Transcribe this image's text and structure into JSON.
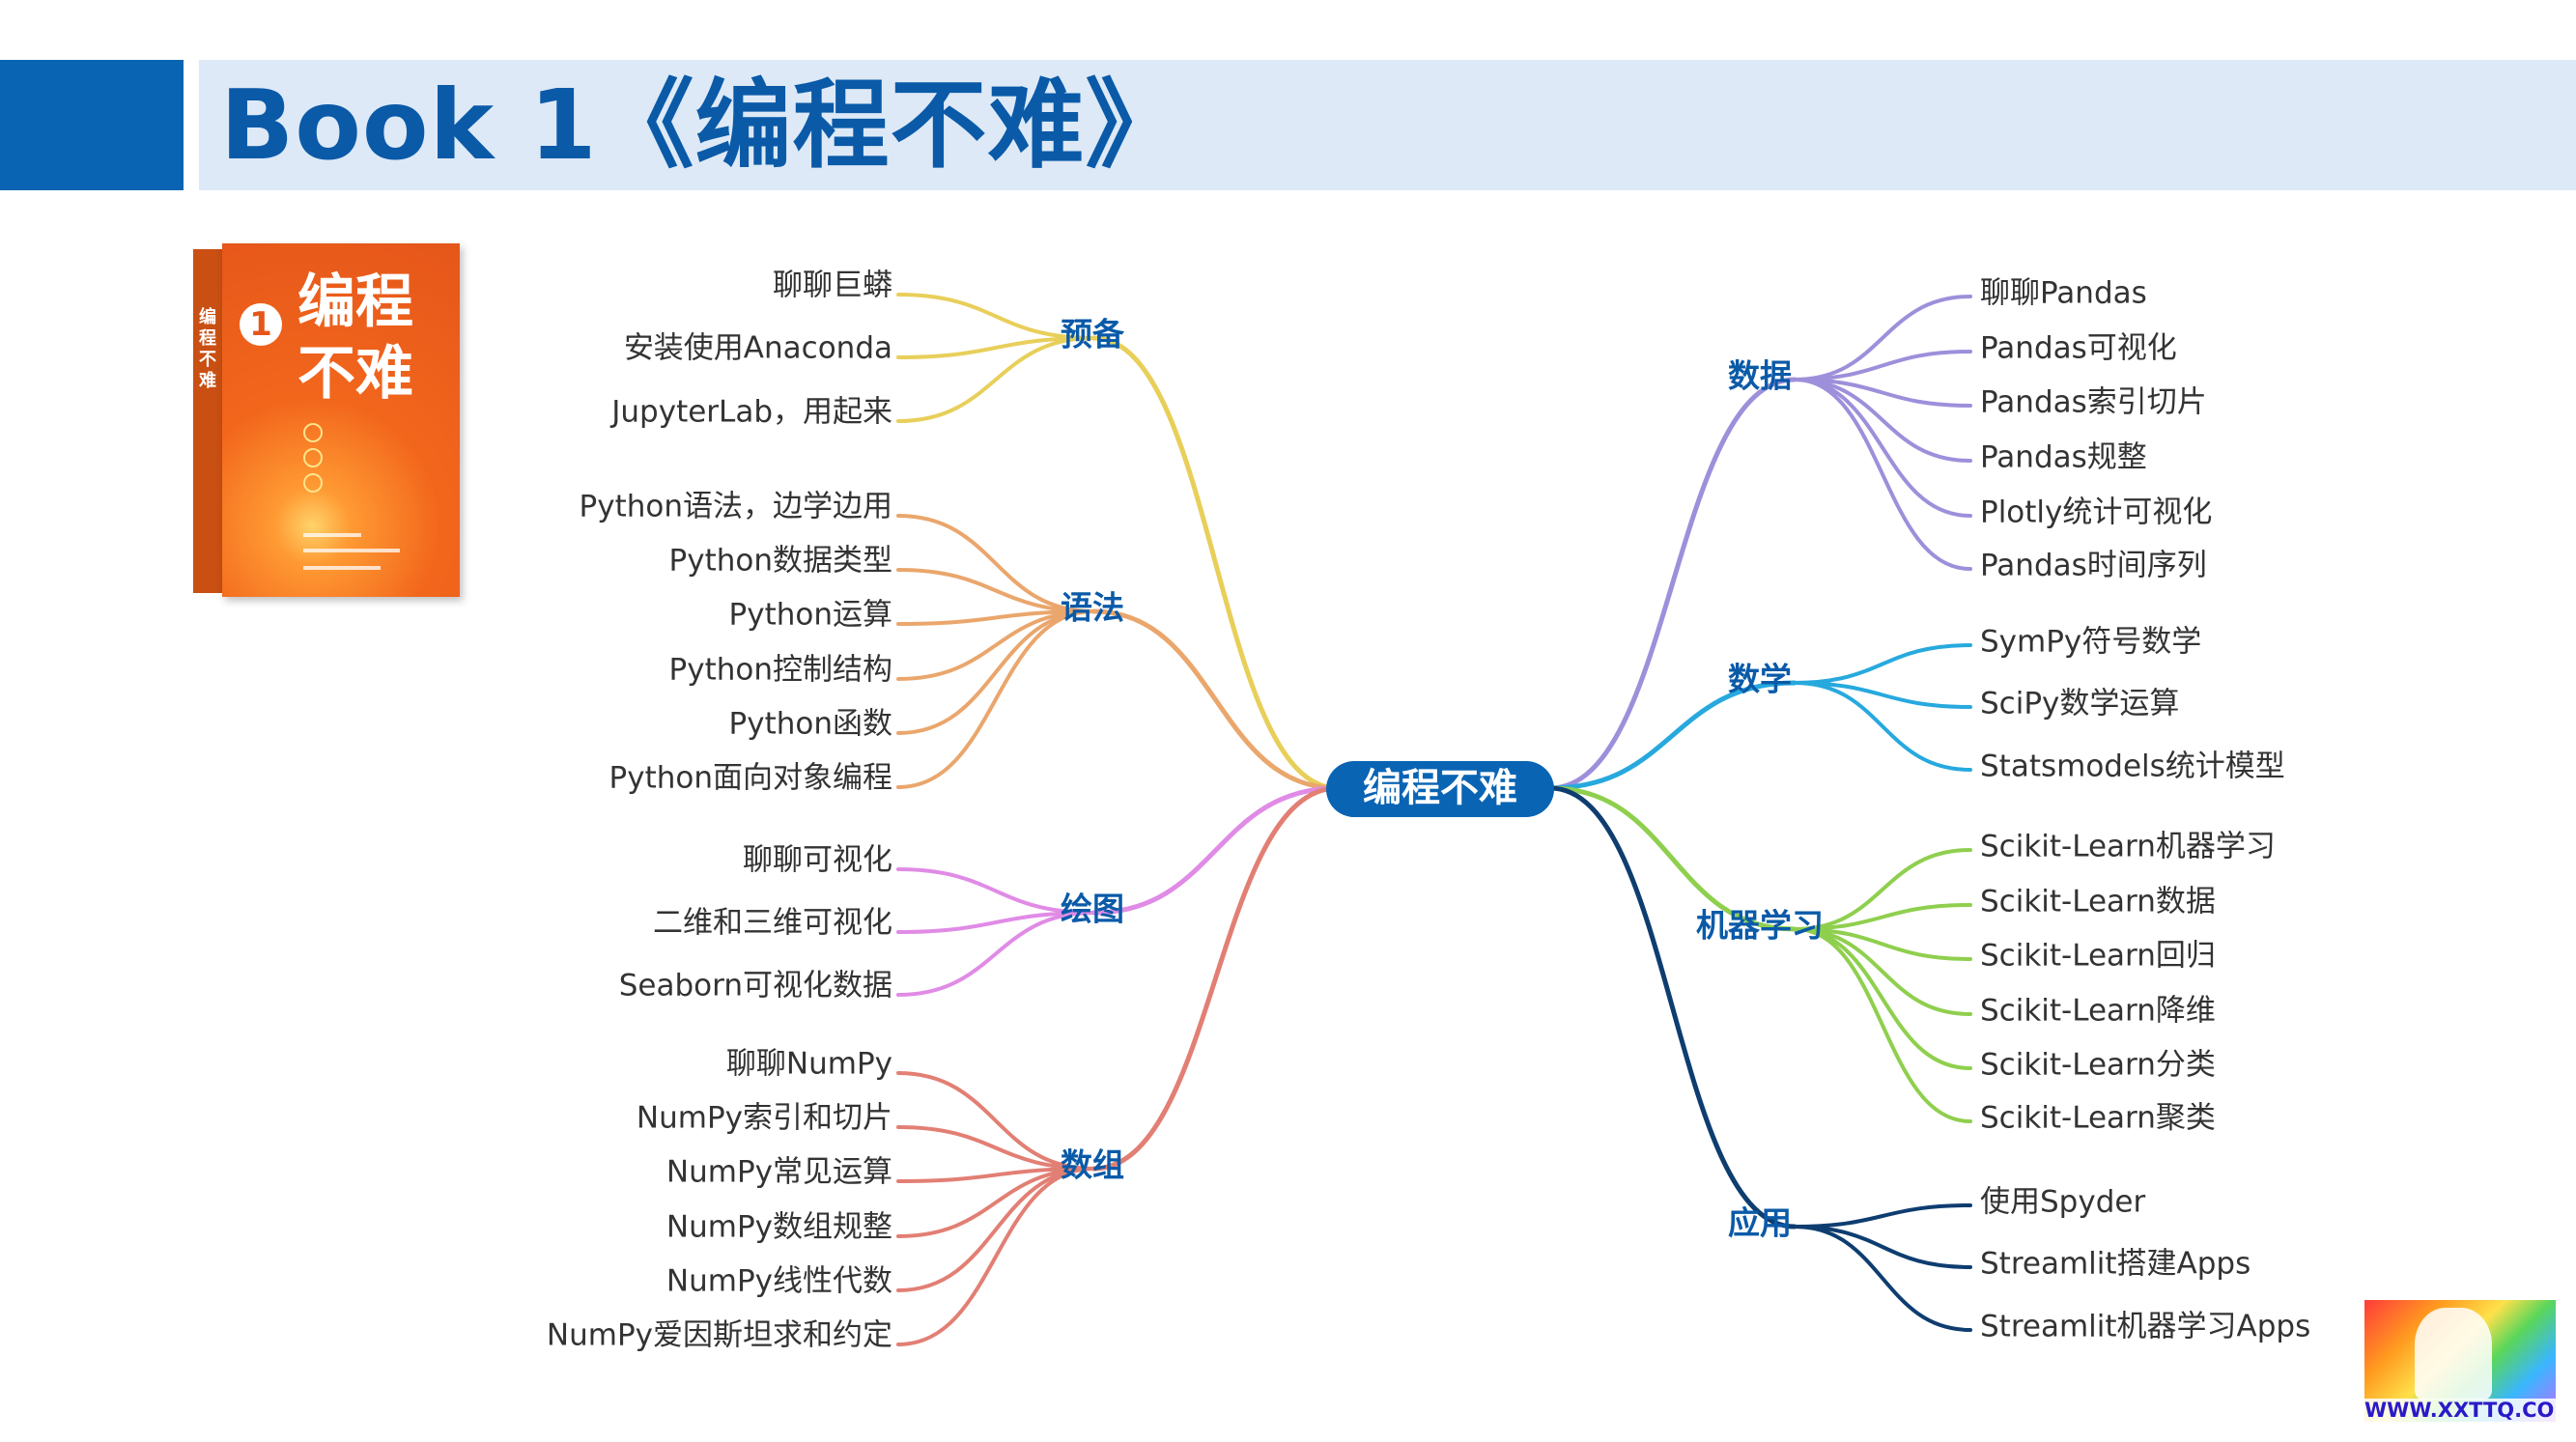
{
  "header": {
    "title": "Book 1《编程不难》"
  },
  "book": {
    "number": "1",
    "title_line1": "编程",
    "title_line2": "不难",
    "spine": "编程不难"
  },
  "mindmap": {
    "center": "编程不难",
    "left": [
      {
        "name": "预备",
        "color": "#e8cf5a",
        "items": [
          "聊聊巨蟒",
          "安装使用Anaconda",
          "JupyterLab，用起来"
        ]
      },
      {
        "name": "语法",
        "color": "#eaa66c",
        "items": [
          "Python语法，边学边用",
          "Python数据类型",
          "Python运算",
          "Python控制结构",
          "Python函数",
          "Python面向对象编程"
        ]
      },
      {
        "name": "绘图",
        "color": "#e08be6",
        "items": [
          "聊聊可视化",
          "二维和三维可视化",
          "Seaborn可视化数据"
        ]
      },
      {
        "name": "数组",
        "color": "#e27f74",
        "items": [
          "聊聊NumPy",
          "NumPy索引和切片",
          "NumPy常见运算",
          "NumPy数组规整",
          "NumPy线性代数",
          "NumPy爱因斯坦求和约定"
        ]
      }
    ],
    "right": [
      {
        "name": "数据",
        "color": "#9e8fdb",
        "items": [
          "聊聊Pandas",
          "Pandas可视化",
          "Pandas索引切片",
          "Pandas规整",
          "Plotly统计可视化",
          "Pandas时间序列"
        ]
      },
      {
        "name": "数学",
        "color": "#27a9de",
        "items": [
          "SymPy符号数学",
          "SciPy数学运算",
          "Statsmodels统计模型"
        ]
      },
      {
        "name": "机器学习",
        "color": "#8fcf4e",
        "items": [
          "Scikit-Learn机器学习",
          "Scikit-Learn数据",
          "Scikit-Learn回归",
          "Scikit-Learn降维",
          "Scikit-Learn分类",
          "Scikit-Learn聚类"
        ]
      },
      {
        "name": "应用",
        "color": "#0e3d70",
        "items": [
          "使用Spyder",
          "Streamlit搭建Apps",
          "Streamlit机器学习Apps"
        ]
      }
    ]
  },
  "logo": {
    "text": "WWW.XXTTQ.COM"
  },
  "colors": {
    "center_fill": "#0a64b4",
    "header_accent": "#0a64b4",
    "header_band": "#dde9f6"
  }
}
